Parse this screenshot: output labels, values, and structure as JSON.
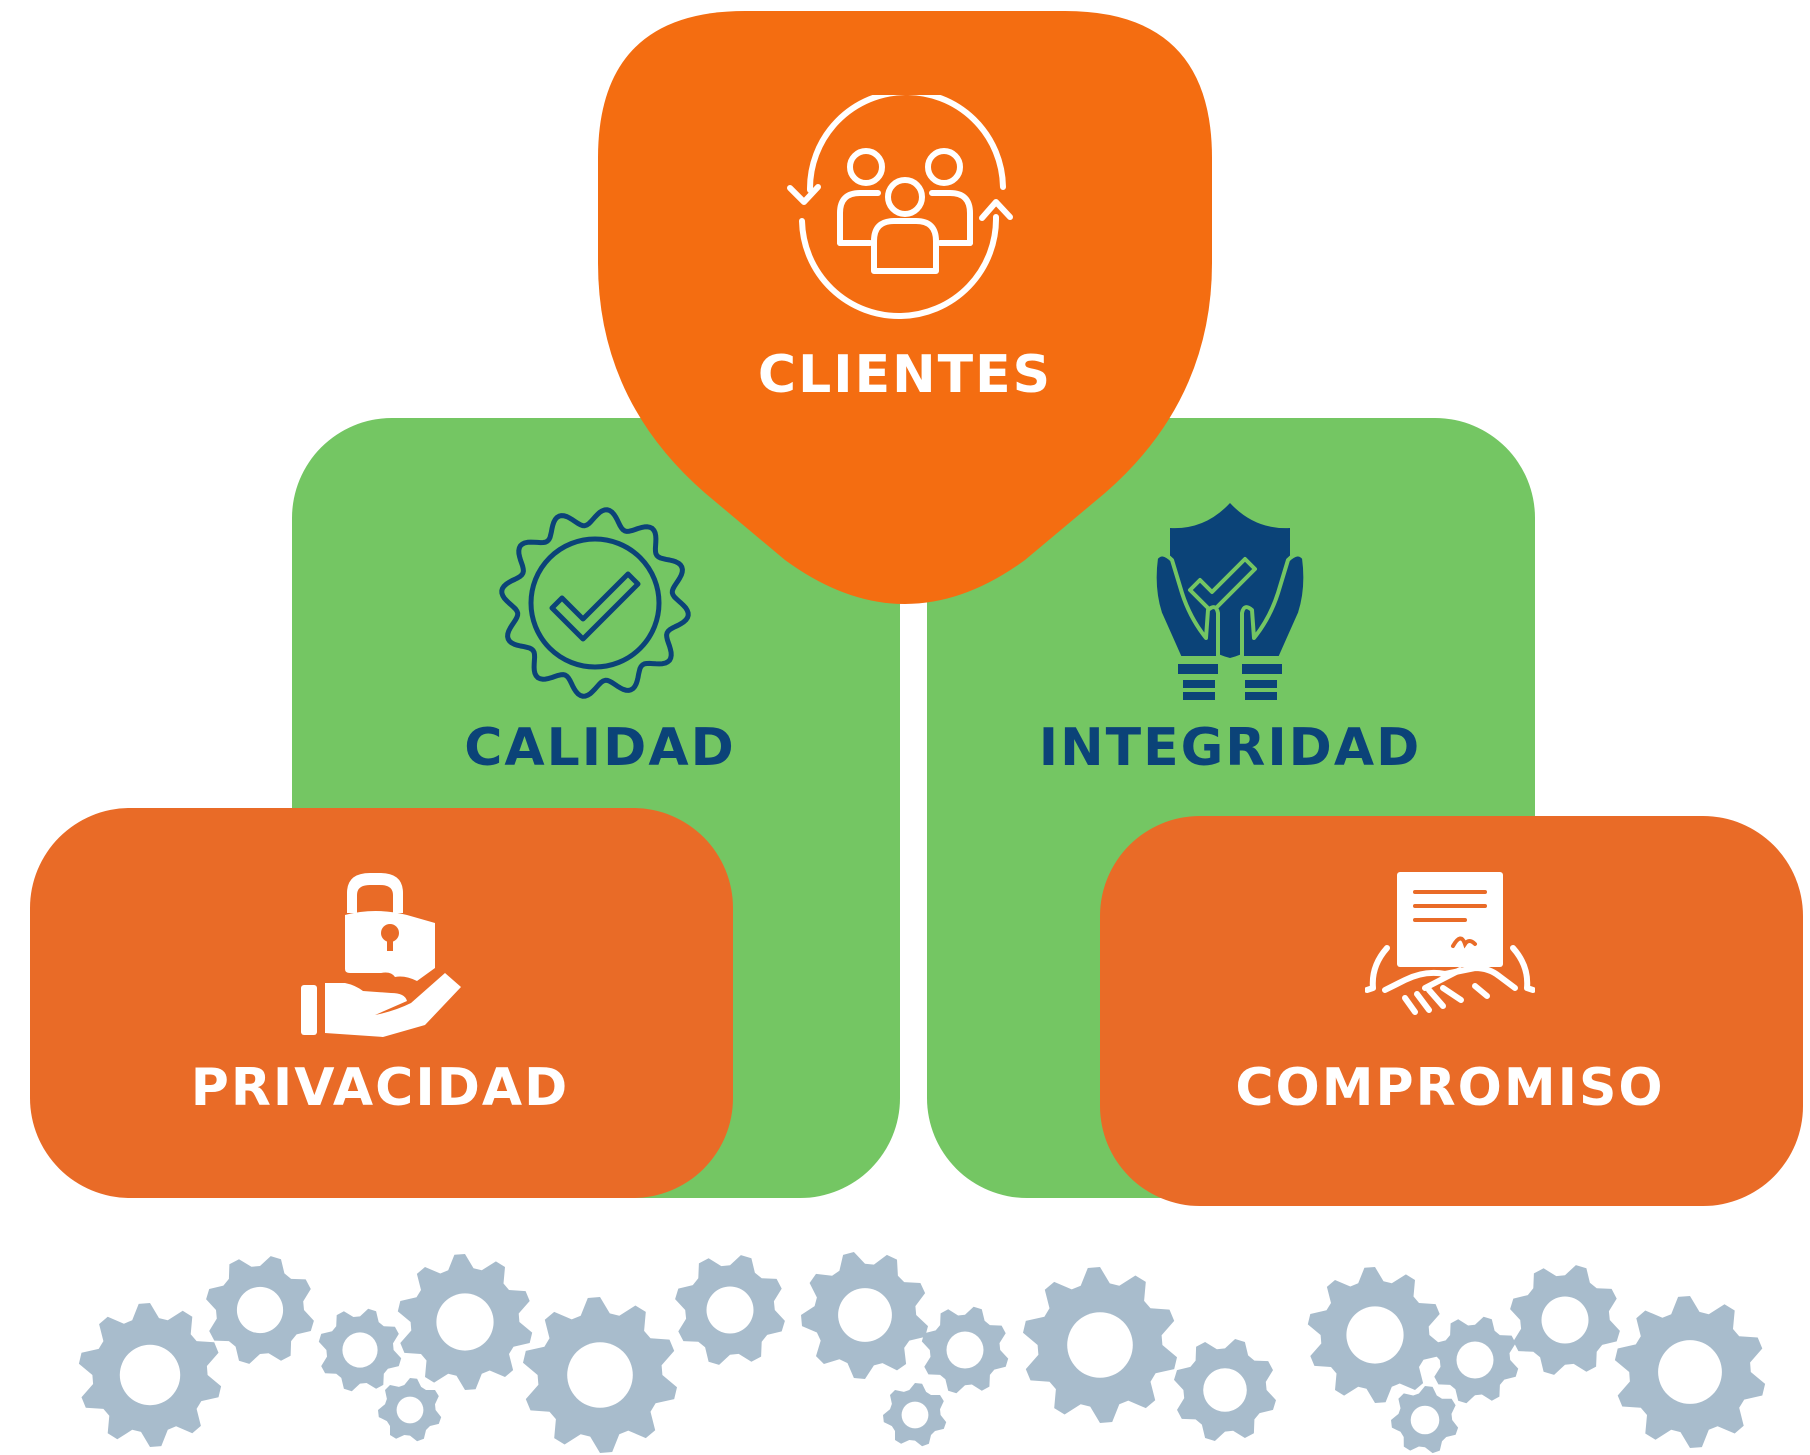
{
  "colors": {
    "green": "#74c663",
    "orange_top": "#f46d11",
    "orange": "#e96b27",
    "navy": "#0b4378",
    "white": "#ffffff",
    "gear": "#a8bccc"
  },
  "nodes": {
    "clientes": {
      "label": "CLIENTES",
      "icon": "customers-cycle-icon"
    },
    "calidad": {
      "label": "CALIDAD",
      "icon": "quality-badge-icon"
    },
    "integridad": {
      "label": "INTEGRIDAD",
      "icon": "shield-hands-icon"
    },
    "privacidad": {
      "label": "PRIVACIDAD",
      "icon": "padlock-hand-icon"
    },
    "compromiso": {
      "label": "COMPROMISO",
      "icon": "handshake-contract-icon"
    }
  },
  "footer": {
    "decoration": "gears-row-icon"
  }
}
